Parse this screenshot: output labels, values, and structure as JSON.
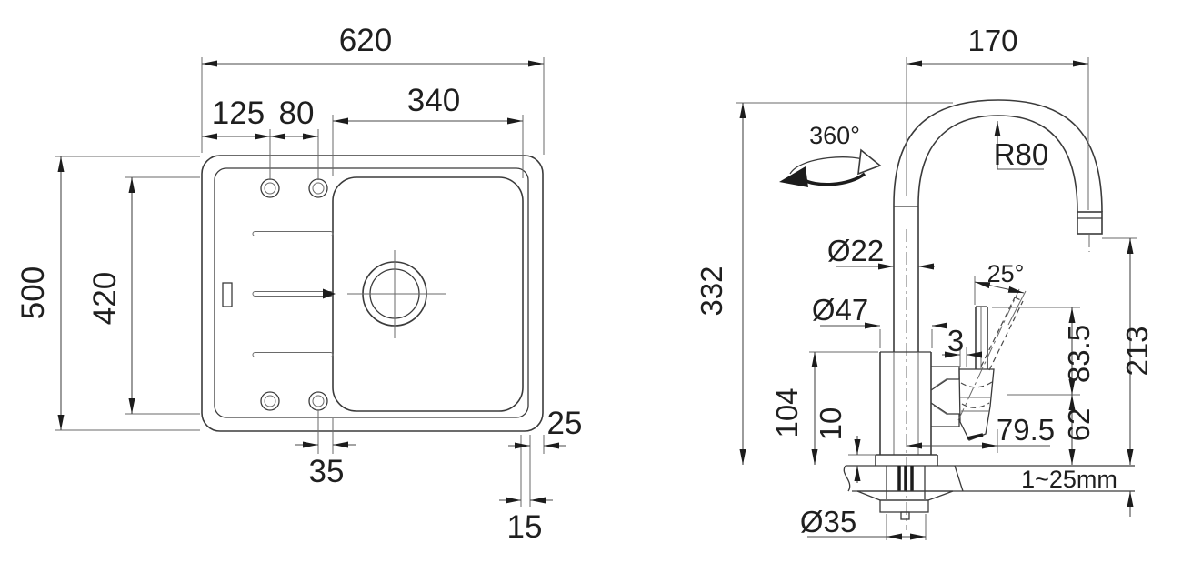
{
  "drawing": {
    "type": "technical-dimension-drawing",
    "colors": {
      "background": "#ffffff",
      "line": "#3b3b3b",
      "dimension_line": "#4a4a4a",
      "text": "#1f1f1f"
    },
    "sink": {
      "view": "sink top view",
      "dims": {
        "overall_width": "620",
        "bowl_width": "340",
        "hole_offset": "125",
        "hole_spacing": "80",
        "overall_depth": "500",
        "bowl_depth": "420",
        "hole_to_bowl": "35",
        "ledge_right": "25",
        "ledge_corner": "15"
      }
    },
    "faucet": {
      "view": "faucet side view",
      "dims": {
        "spout_reach": "170",
        "swivel": "360°",
        "spout_radius": "R80",
        "pipe_diameter": "Ø22",
        "body_diameter": "Ø47",
        "lever_angle": "25°",
        "lever_gap": "3",
        "height_total": "332",
        "height_body": "104",
        "base_plate": "10",
        "lever_rise": "83.5",
        "handle_height": "62",
        "spout_clearance": "213",
        "lever_reach": "79.5",
        "deck_range": "1~25mm",
        "thread_diameter": "Ø35"
      }
    }
  }
}
